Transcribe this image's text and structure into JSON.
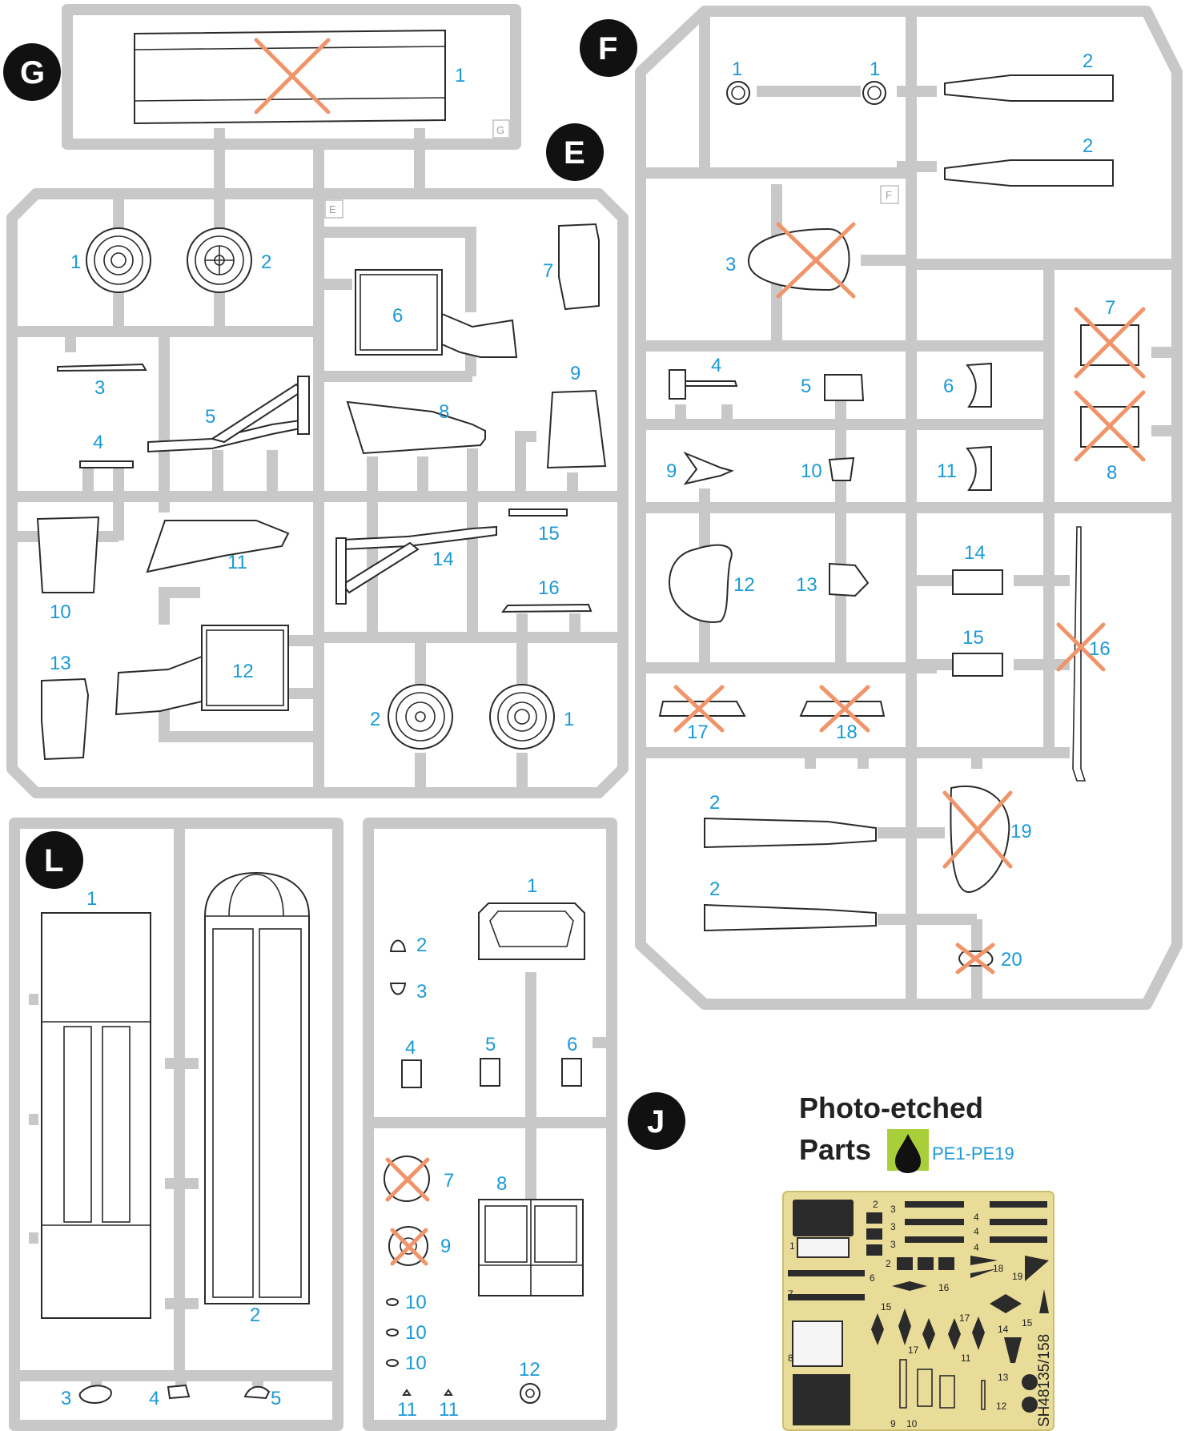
{
  "sprues": {
    "G": {
      "badge": "G",
      "tag": "G",
      "labels": [
        "1"
      ]
    },
    "E": {
      "badge": "E",
      "tag": "E",
      "labels": [
        "1",
        "2",
        "3",
        "4",
        "5",
        "6",
        "7",
        "8",
        "9",
        "10",
        "11",
        "12",
        "13",
        "14",
        "15",
        "16",
        "2",
        "1"
      ]
    },
    "F": {
      "badge": "F",
      "tag": "F",
      "labels": [
        "1",
        "1",
        "2",
        "2",
        "3",
        "4",
        "5",
        "6",
        "7",
        "8",
        "9",
        "10",
        "11",
        "12",
        "13",
        "14",
        "15",
        "16",
        "17",
        "18",
        "2",
        "2",
        "19",
        "20"
      ]
    },
    "L": {
      "badge": "L",
      "labels": [
        "1",
        "2",
        "3",
        "4",
        "5"
      ]
    },
    "J": {
      "badge": "J",
      "labels": [
        "1",
        "2",
        "3",
        "4",
        "5",
        "6",
        "7",
        "8",
        "9",
        "10",
        "10",
        "10",
        "11",
        "11",
        "12"
      ]
    }
  },
  "photo_etch": {
    "title_line1": "Photo-etched",
    "title_line2": "Parts",
    "range": "PE1-PE19",
    "code": "SH48135/158",
    "labels": [
      "1",
      "2",
      "2",
      "3",
      "3",
      "3",
      "4",
      "4",
      "4",
      "6",
      "7",
      "8",
      "9",
      "10",
      "11",
      "12",
      "13",
      "14",
      "15",
      "15",
      "16",
      "17",
      "17",
      "18",
      "19"
    ]
  },
  "colors": {
    "sprue": "#c8c8c8",
    "part_number": "#1b9ad6",
    "unused_cross": "#f0956b",
    "photo_etch_fret": "#e9dc98"
  }
}
